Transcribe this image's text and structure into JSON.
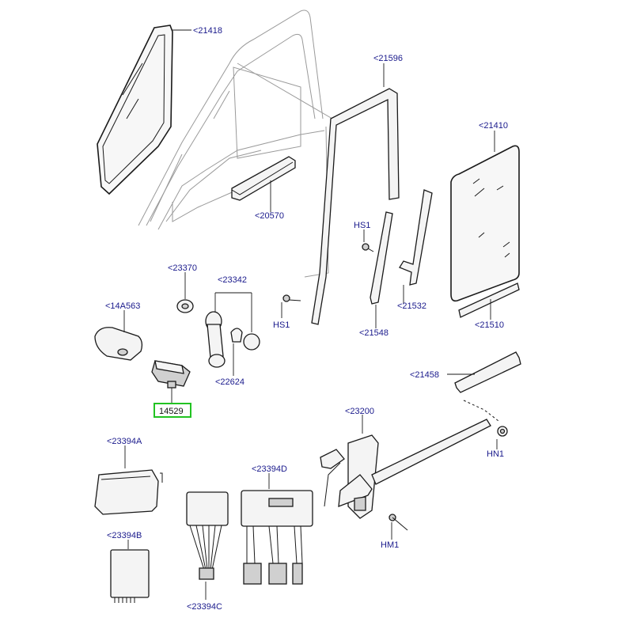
{
  "colors": {
    "label": "#1a1a8c",
    "selection": "#22c322",
    "outline": "#1a1a1a"
  },
  "selected_part": "14529",
  "labels": {
    "p21418": "<21418",
    "p21596": "<21596",
    "p21410": "<21410",
    "p20570": "<20570",
    "hs1_top": "HS1",
    "hs1_left": "HS1",
    "p23370": "<23370",
    "p23342": "<23342",
    "p14A563": "<14A563",
    "p21532": "<21532",
    "p21548": "<21548",
    "p21510": "<21510",
    "p22624": "<22624",
    "p14529": "14529",
    "p21458": "<21458",
    "p23200": "<23200",
    "hn1": "HN1",
    "p23394A": "<23394A",
    "p23394D": "<23394D",
    "hm1": "HM1",
    "p23394B": "<23394B",
    "p23394C": "<23394C"
  }
}
